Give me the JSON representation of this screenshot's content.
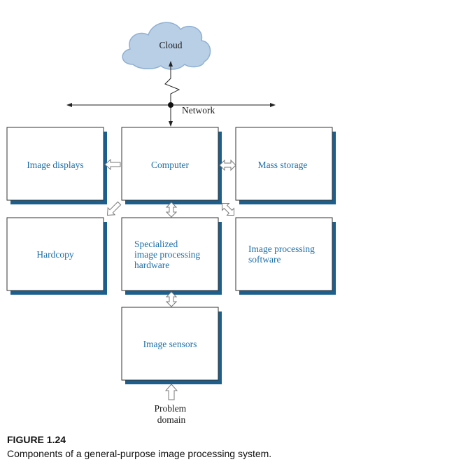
{
  "diagram": {
    "cloud": "Cloud",
    "network": "Network",
    "boxes": {
      "image_displays": "Image displays",
      "computer": "Computer",
      "mass_storage": "Mass storage",
      "hardcopy": "Hardcopy",
      "specialized_hw": [
        "Specialized",
        "image processing",
        "hardware"
      ],
      "software": [
        "Image processing",
        "software"
      ],
      "image_sensors": "Image sensors"
    },
    "problem_domain": [
      "Problem",
      "domain"
    ]
  },
  "figure": {
    "label": "FIGURE 1.24",
    "caption": "Components of a general-purpose image processing system."
  },
  "colors": {
    "box_text": "#1f6fa8",
    "box_shadow": "#1b5f8e",
    "cloud_fill": "#b9cfe6",
    "cloud_stroke": "#8fb0d3",
    "line": "#222222",
    "arrow_outline": "#7a7a7a"
  }
}
